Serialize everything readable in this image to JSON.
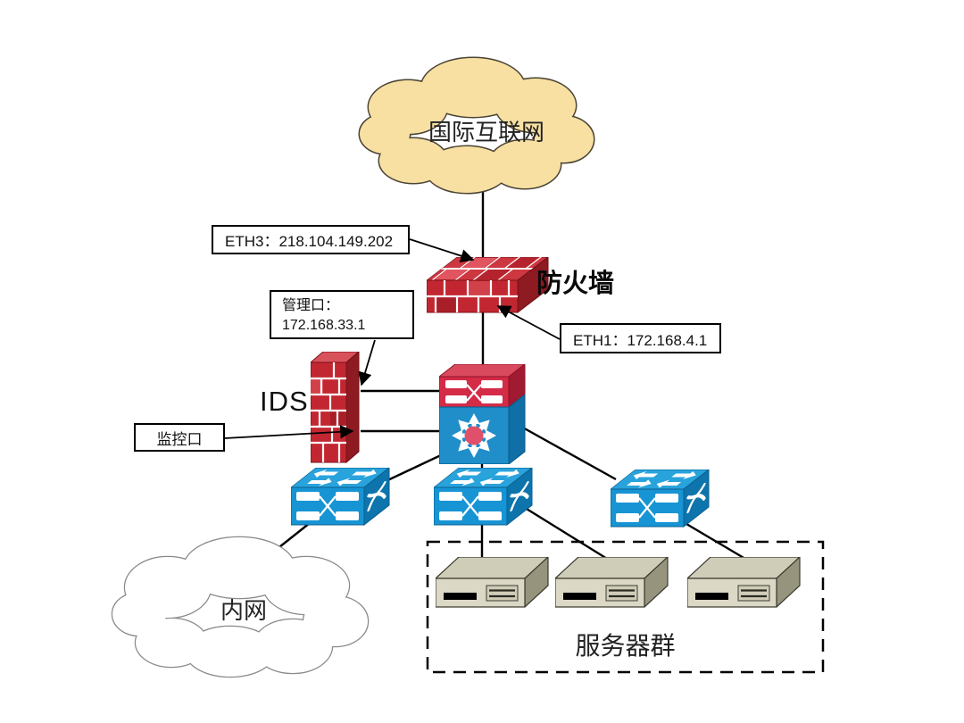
{
  "diagram": {
    "internet_cloud_label": "国际互联网",
    "firewall_label": "防火墙",
    "ids_label": "IDS",
    "intranet_cloud_label": "内网",
    "server_farm_label": "服务器群",
    "callouts": {
      "eth3": "ETH3：218.104.149.202",
      "eth1": "ETH1：172.168.4.1",
      "mgmt_port_title": "管理口：",
      "mgmt_port_ip": "172.168.33.1",
      "monitor_port": "监控口"
    },
    "colors": {
      "firewall_red": "#c22731",
      "firewall_top_red": "#cc3740",
      "switch_blue": "#1794d4",
      "switch_top_blue": "#29a3dc",
      "switch_side_blue": "#0d74ac",
      "core_switch_red": "#d42b47",
      "core_switch_blue": "#1f8ec9",
      "server_beige": "#dbd8c6",
      "internet_cloud_fill": "#f7e0a2",
      "intranet_cloud_fill": "#ffffff",
      "line": "#000000"
    }
  }
}
